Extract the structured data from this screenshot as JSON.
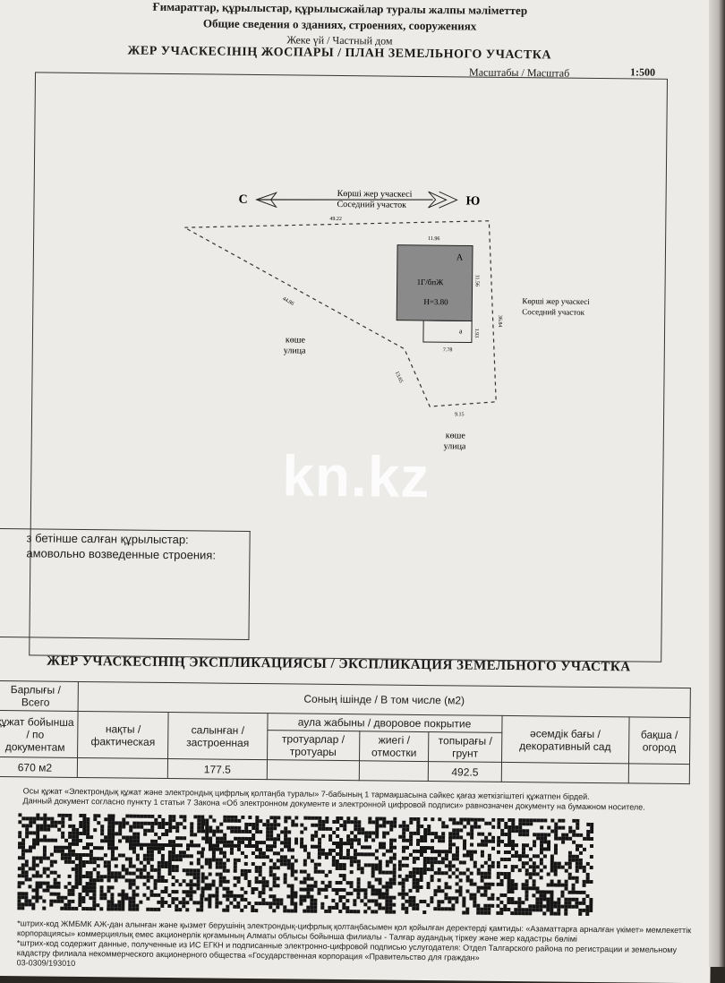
{
  "header": {
    "line1": "Ғимараттар, құрылыстар, құрылысжайлар туралы жалпы мәліметтер",
    "line2": "Общие сведения о зданиях, строениях, сооружениях",
    "line3": "Жеке үй / Частный дом",
    "plan_title": "ЖЕР УЧАСКЕСІНІҢ ЖОСПАРЫ / ПЛАН ЗЕМЕЛЬНОГО УЧАСТКА",
    "scale_label": "Масштабы / Масштаб",
    "scale_value": "1:500"
  },
  "plan": {
    "north": "С",
    "south": "Ю",
    "neighbor_top_kz": "Көрші жер учаскесі",
    "neighbor_top_ru": "Соседний участок",
    "dim_top": "49.22",
    "dim_house_top": "11.96",
    "dim_house_right": "11.56",
    "dim_right": "36.84",
    "dim_annex": "1.93",
    "dim_annex_bottom": "7.78",
    "dim_diag": "44.86",
    "dim_diag2": "13.65",
    "dim_bottom": "9.15",
    "house_letter": "A",
    "house_code": "1Г/бпЖ",
    "house_height": "H=3.80",
    "annex_letter": "a",
    "neighbor_right_kz": "Көрші жер учаскесі",
    "neighbor_right_ru": "Соседний участок",
    "street1_kz": "көше",
    "street1_ru": "улица",
    "street2_kz": "көше",
    "street2_ru": "улица"
  },
  "watermark": "kn.kz",
  "unauthorized": {
    "kz": "з бетінше салған құрылыстар:",
    "ru": "амовольно возведенные строения:"
  },
  "explication": {
    "title": "ЖЕР УЧАСКЕСІНІҢ ЭКСПЛИКАЦИЯСЫ / ЭКСПЛИКАЦИЯ ЗЕМЕЛЬНОГО УЧАСТКА",
    "total": "Барлығы / Всего",
    "including": "Соның ішінде / В том числе (м2)",
    "doc_col": "құжат бойынша / по документам",
    "actual_col": "нақты / фактическая",
    "built_col": "салынған / застроенная",
    "yard_col": "аула жабыны / дворовое покрытие",
    "sidewalk_col": "тротуарлар / тротуары",
    "blind_col": "жиегі / отмостки",
    "soil_col": "топырағы / грунт",
    "garden_col": "әсемдік бағы / декоративный сад",
    "vegetable_col": "бақша / огород",
    "values": {
      "doc": "670 м2",
      "actual": "",
      "built": "177.5",
      "sidewalk": "",
      "blind": "",
      "soil": "492.5",
      "garden": "",
      "vegetable": ""
    }
  },
  "legal": {
    "kz": "Осы құжат «Электрондық құжат және электрондық цифрлық қолтаңба туралы» 7-бабының 1 тармақшасына сәйкес қағаз жеткізгіштегі құжатпен бірдей.",
    "ru": "Данный документ согласно пункту 1 статьи 7 Закона «Об электронном документе и электронной цифровой подписи» равнозначен документу на бумажном носителе."
  },
  "footer": {
    "kz": "*штрих-код ЖМБМК АЖ-дан алынған және қызмет берушінің электрондық-цифрлық қолтаңбасымен қол қойылған деректерді қамтиды: «Азаматтарға арналған үкімет» мемлекеттік корпорациясы» коммерциялық емес акционерлік қоғамының Алматы облысы бойынша филиалы - Талғар аудандық тіркеу және жер кадастры бөлімі",
    "ru": "*штрих-код содержит данные, полученные из ИС ЕГКН и подписанные электронно-цифровой подписью услугодателя: Отдел Талгарского района по регистрации и земельному кадастру филиала некоммерческого акционерного общества «Государственная корпорация «Правительство для граждан»",
    "code": "03-0309/193010"
  }
}
